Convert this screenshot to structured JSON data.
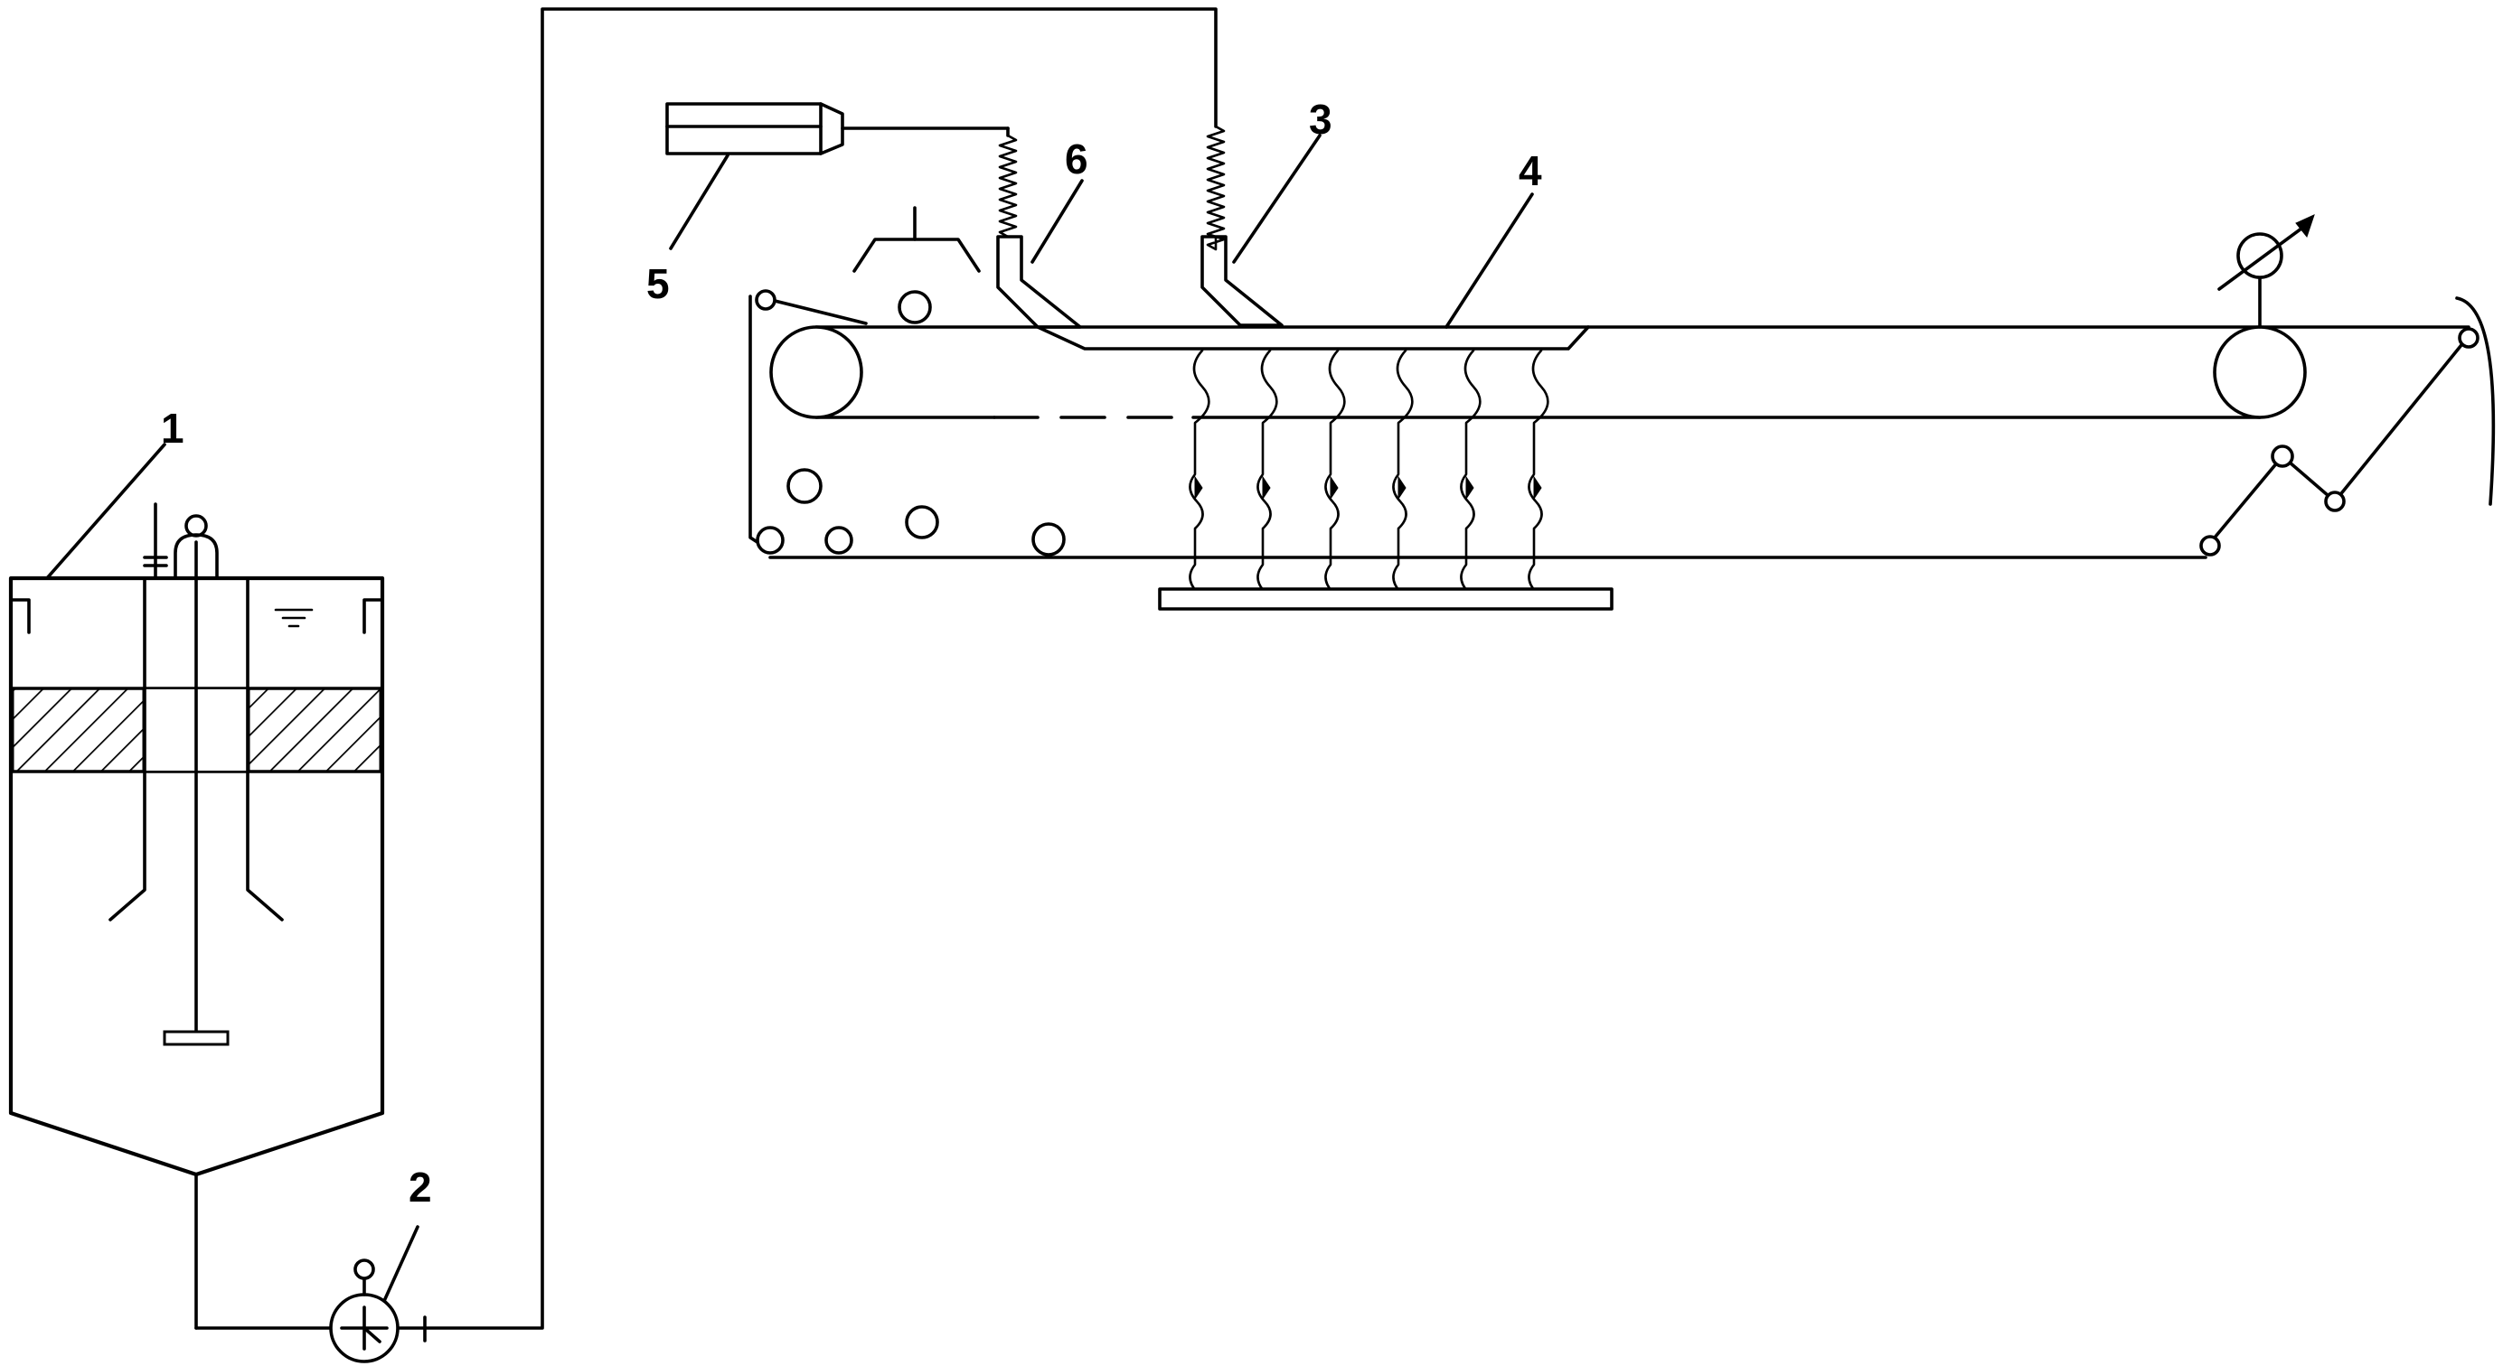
{
  "labels": {
    "settling_tank": "1",
    "pump": "2",
    "right_feed_head": "3",
    "forming_belt": "4",
    "chemical_tank": "5",
    "left_feed_head": "6"
  },
  "colors": {
    "line": "#000000",
    "background": "#ffffff"
  }
}
